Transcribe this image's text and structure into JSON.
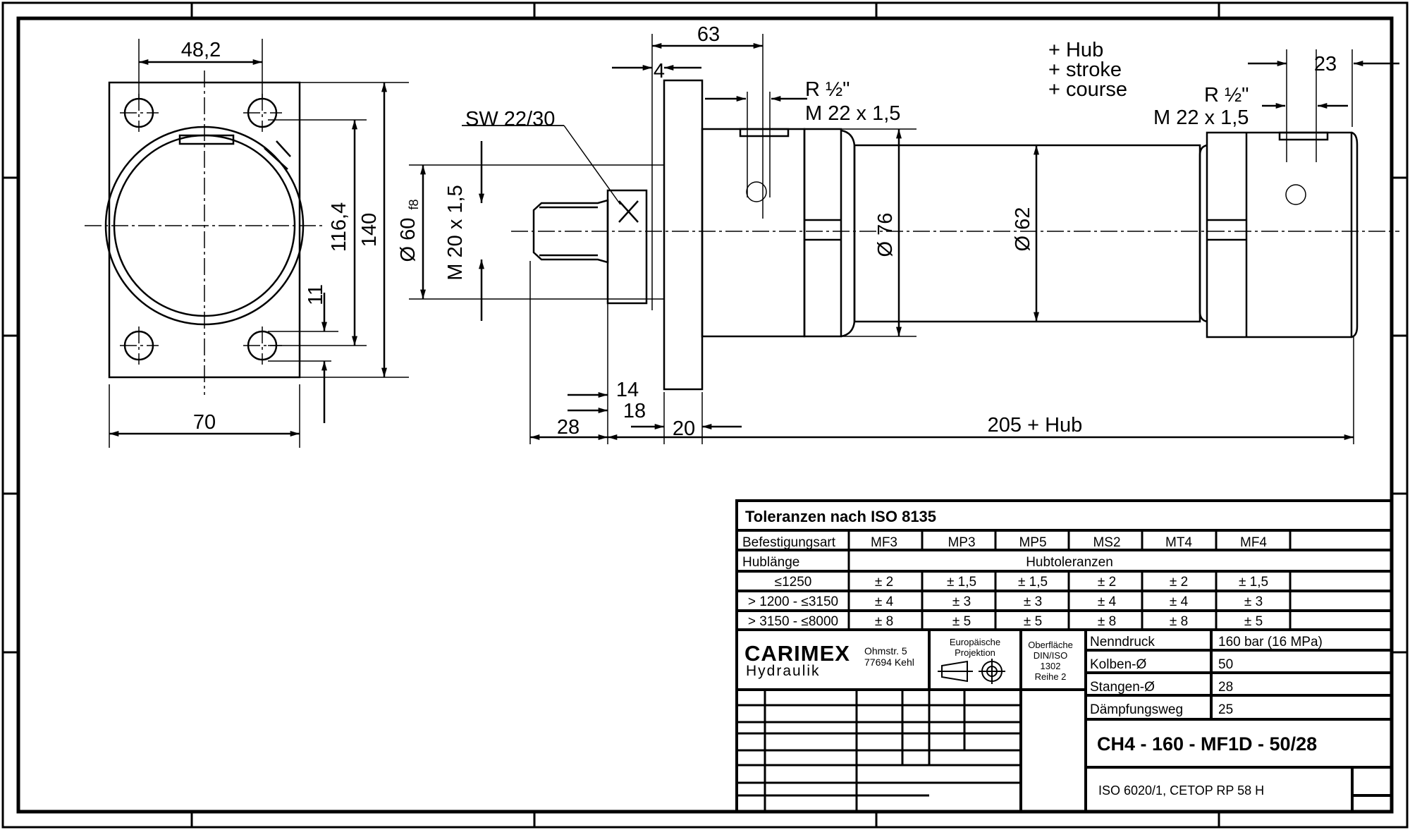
{
  "front_view": {
    "dim_48_2": "48,2",
    "dim_116_4": "116,4",
    "dim_140": "140",
    "dim_11": "11",
    "dim_70": "70"
  },
  "side_view": {
    "dim_63": "63",
    "dim_4": "4",
    "sw": "SW 22/30",
    "dia_60": "Ø 60",
    "dia_60_fit": "f8",
    "thread_rod": "M 20 x 1,5",
    "port_left_r": "R ½\"",
    "port_left_m": "M 22 x 1,5",
    "plus_hub": "+ Hub",
    "plus_stroke": "+ stroke",
    "plus_course": "+ course",
    "port_right_r": "R ½\"",
    "port_right_m": "M 22 x 1,5",
    "dim_23": "23",
    "dia_76": "Ø 76",
    "dia_62": "Ø 62",
    "dim_14": "14",
    "dim_18": "18",
    "dim_28": "28",
    "dim_20": "20",
    "dim_total": "205 + Hub"
  },
  "title_block": {
    "heading": "Toleranzen nach ISO 8135",
    "befestigung_label": "Befestigungsart",
    "mountings": [
      "MF3",
      "MP3",
      "MP5",
      "MS2",
      "MT4",
      "MF4"
    ],
    "hublaenge_label": "Hublänge",
    "hubtoleranzen_label": "Hubtoleranzen",
    "rows": [
      {
        "range": "≤1250",
        "values": [
          "± 2",
          "± 1,5",
          "± 1,5",
          "± 2",
          "± 2",
          "± 1,5"
        ]
      },
      {
        "range": "> 1200 - ≤3150",
        "values": [
          "± 4",
          "± 3",
          "± 3",
          "± 4",
          "± 4",
          "± 3"
        ]
      },
      {
        "range": "> 3150 - ≤8000",
        "values": [
          "± 8",
          "± 5",
          "± 5",
          "± 8",
          "± 8",
          "± 5"
        ]
      }
    ],
    "company": "CARIMEX",
    "company_sub": "Hydraulik",
    "address_1": "Ohmstr. 5",
    "address_2": "77694 Kehl",
    "projection_1": "Europäische",
    "projection_2": "Projektion",
    "surface_1": "Oberfläche",
    "surface_2": "DIN/ISO",
    "surface_3": "1302",
    "surface_4": "Reihe 2",
    "specs": [
      {
        "label": "Nenndruck",
        "value": "160 bar (16 MPa)"
      },
      {
        "label": "Kolben-Ø",
        "value": "50"
      },
      {
        "label": "Stangen-Ø",
        "value": "28"
      },
      {
        "label": "Dämpfungsweg",
        "value": "25"
      }
    ],
    "model": "CH4 - 160 - MF1D - 50/28",
    "standard": "ISO 6020/1, CETOP RP 58 H"
  }
}
